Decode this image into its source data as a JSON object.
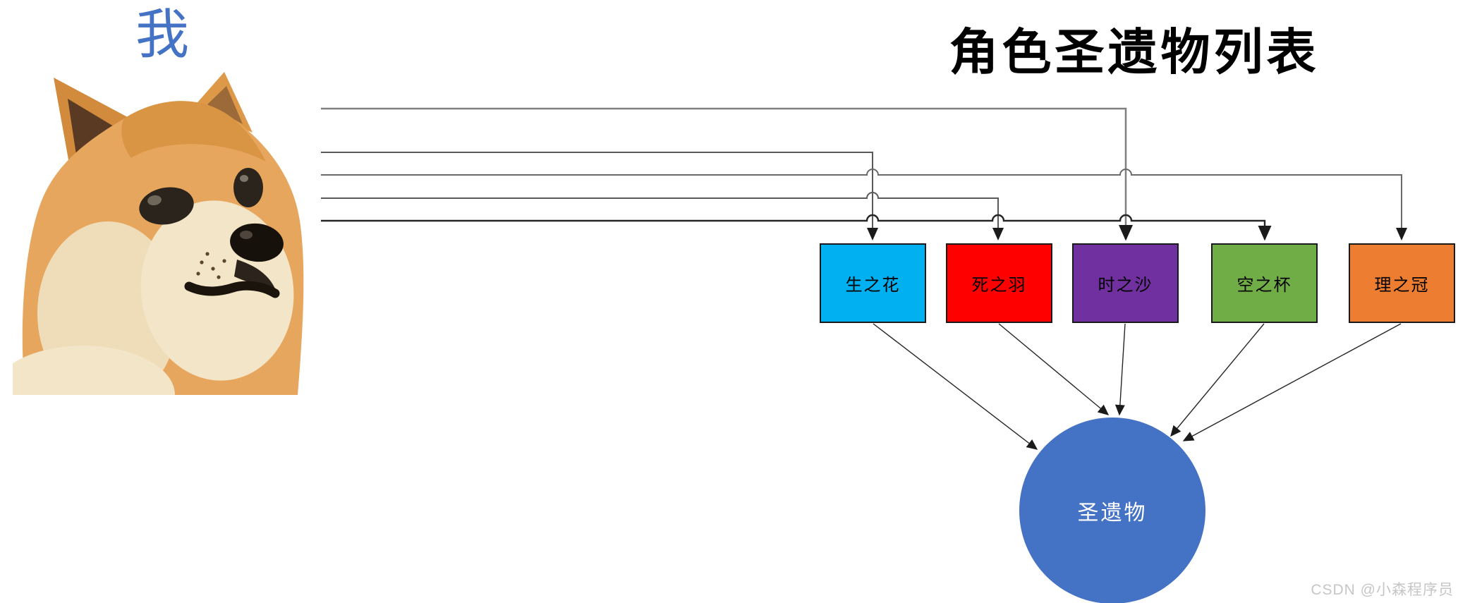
{
  "me_label": {
    "text": "我",
    "color": "#4472c4"
  },
  "title": {
    "text": "角色圣遗物列表"
  },
  "artifact_boxes": [
    {
      "label": "生之花",
      "color": "#00b0f0"
    },
    {
      "label": "死之羽",
      "color": "#ff0000"
    },
    {
      "label": "时之沙",
      "color": "#7030a0"
    },
    {
      "label": "空之杯",
      "color": "#70ad47"
    },
    {
      "label": "理之冠",
      "color": "#ed7d31"
    }
  ],
  "artifact_circle": {
    "label": "圣遗物",
    "color": "#4472c4"
  },
  "watermark": {
    "text": "CSDN @小森程序员",
    "color": "#c6c6c6"
  }
}
